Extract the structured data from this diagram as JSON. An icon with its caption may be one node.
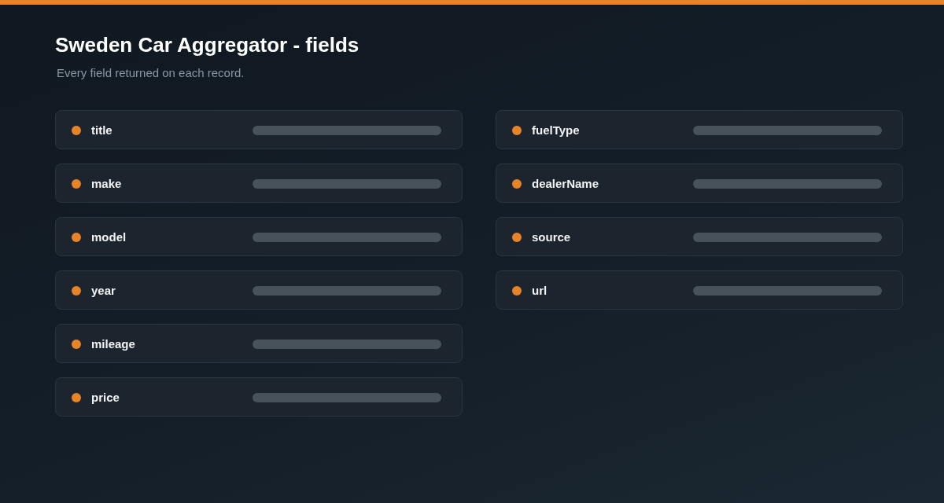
{
  "diagram": {
    "title": "Sweden Car Aggregator - fields",
    "nodes": [
      {
        "text": [
          "title"
        ]
      },
      {
        "text": [
          "make"
        ]
      },
      {
        "text": [
          "model"
        ]
      },
      {
        "text": [
          "year"
        ]
      },
      {
        "text": [
          "mileage"
        ]
      },
      {
        "text": [
          "price"
        ]
      },
      {
        "text": [
          "fuelType"
        ]
      },
      {
        "text": [
          "dealerName"
        ]
      },
      {
        "text": [
          "source"
        ]
      },
      {
        "text": [
          "url"
        ]
      }
    ],
    "labels": [
      "Every field returned on each record."
    ]
  }
}
